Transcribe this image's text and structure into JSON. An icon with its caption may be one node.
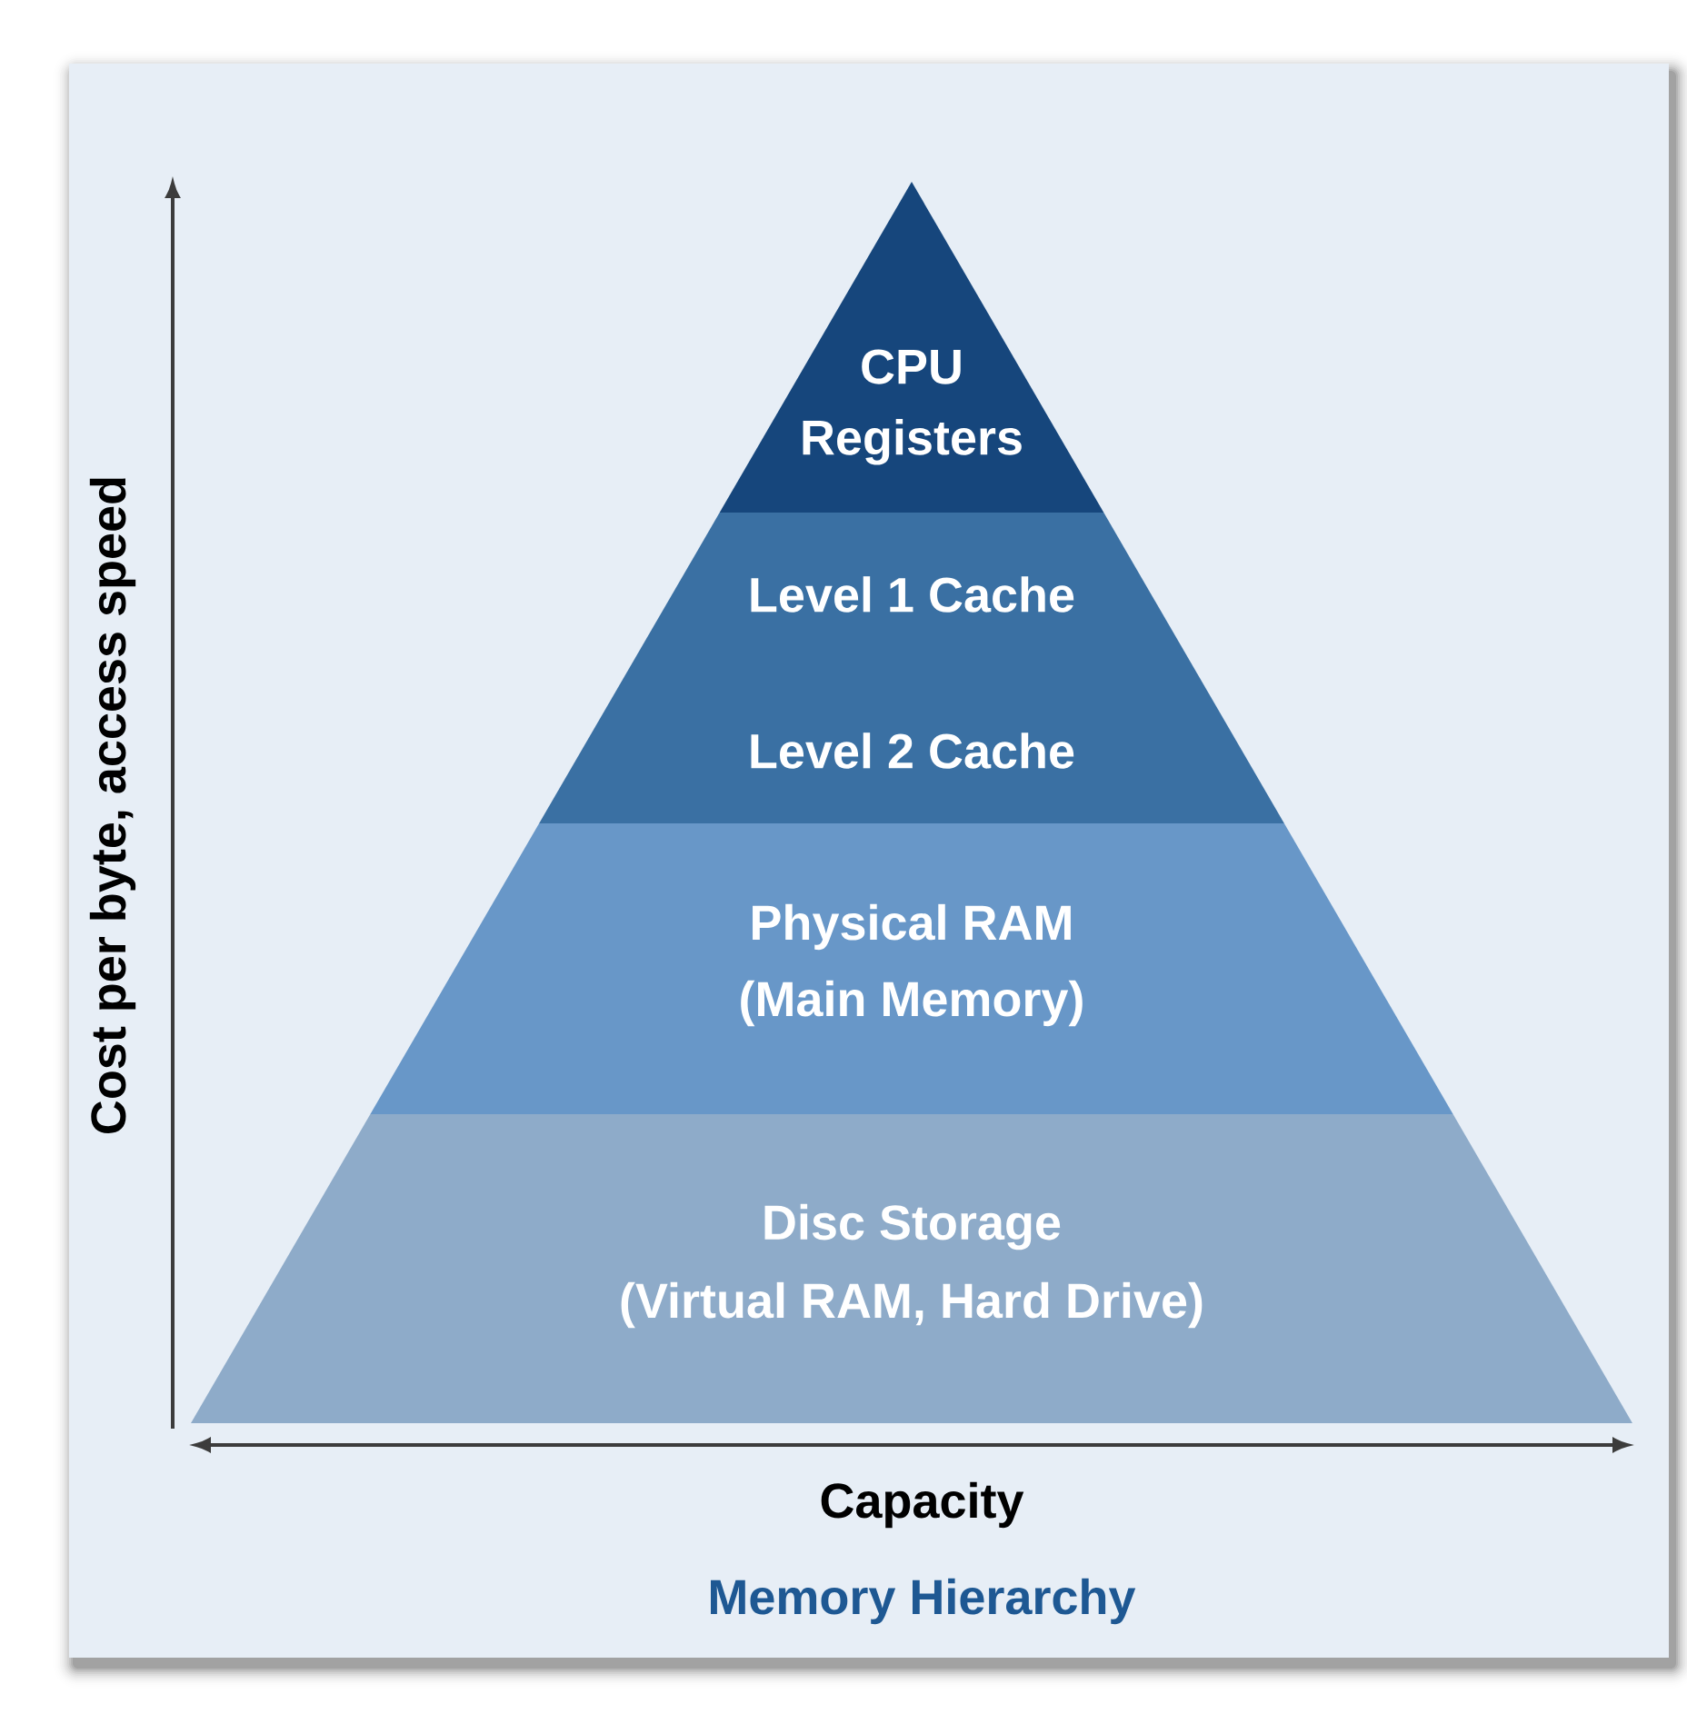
{
  "diagram": {
    "title": "Memory Hierarchy",
    "nodes": [
      {
        "text": [
          "CPU Registers"
        ]
      },
      {
        "text": [
          "Level 1 Cache",
          "Level 2 Cache"
        ]
      },
      {
        "text": [
          "Physical RAM",
          "(Main Memory)"
        ]
      },
      {
        "text": [
          "Disc Storage",
          "(Virtual RAM, Hard Drive)"
        ]
      }
    ],
    "labels": [
      "Cost per byte, access speed",
      "Capacity"
    ]
  }
}
